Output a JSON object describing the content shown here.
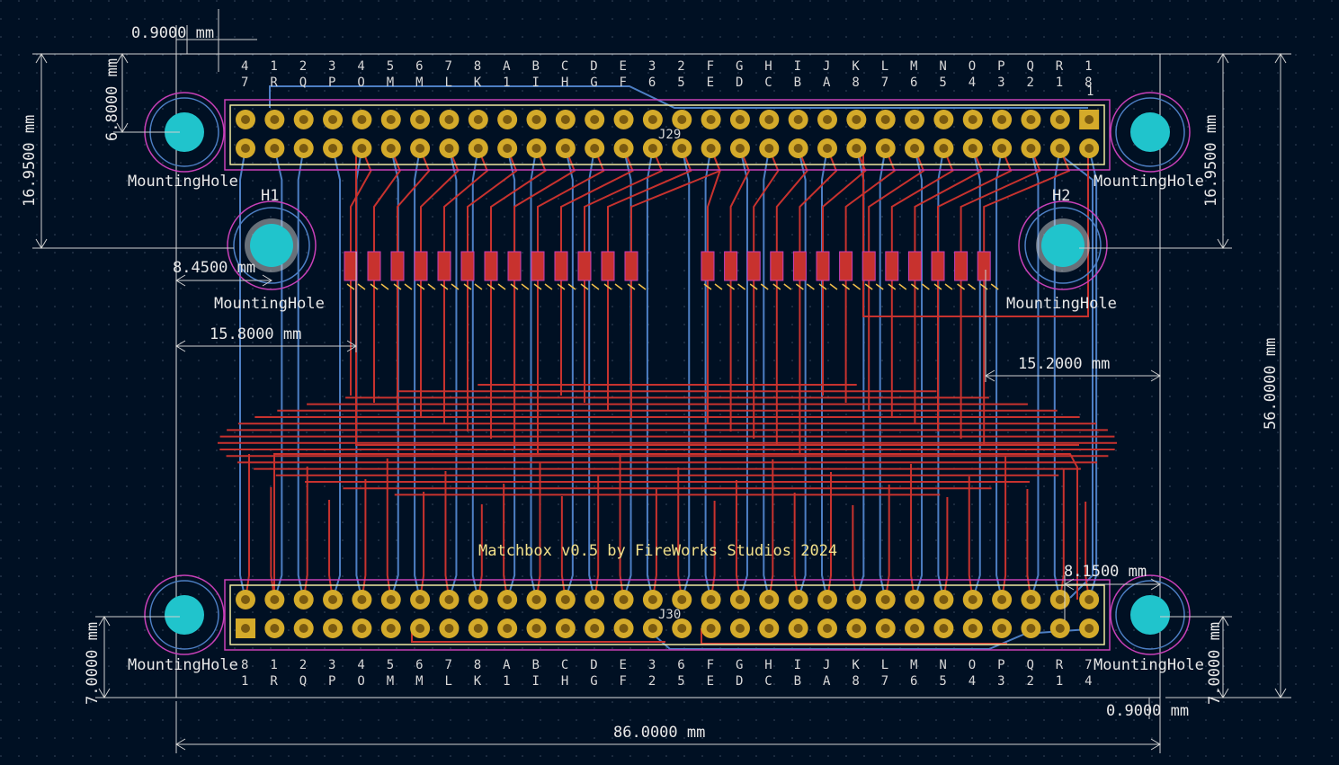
{
  "board_title": "Matchbox v0.5 by FireWorks Studios 2024",
  "connectors": {
    "top_ref": "J29",
    "bottom_ref": "J30",
    "pin1_top": "1",
    "pin1_bottom": "1"
  },
  "mounting_holes": {
    "label": "MountingHole",
    "h1_ref": "H1",
    "h2_ref": "H2"
  },
  "dimensions": {
    "top_pitch": "0.9000 mm",
    "top_height_left": "16.9500 mm",
    "top_height_right": "16.9500 mm",
    "top_hole_offset": "6.8000 mm",
    "h1_offset": "8.4500 mm",
    "left_margin": "15.8000 mm",
    "right_margin": "15.2000 mm",
    "board_height": "56.0000 mm",
    "right_offset": "8.1500 mm",
    "bottom_left_height": "7.0000 mm",
    "bottom_right_height": "7.0000 mm",
    "bottom_pitch": "0.9000 mm",
    "board_width": "86.0000 mm"
  },
  "silkscreen": {
    "top_row_a": [
      "4",
      "1",
      "2",
      "3",
      "4",
      "5",
      "6",
      "7",
      "8",
      "A",
      "B",
      "C",
      "D",
      "E",
      "3",
      "2",
      "F",
      "G",
      "H",
      "I",
      "J",
      "K",
      "L",
      "M",
      "N",
      "O",
      "P",
      "Q",
      "R",
      "1"
    ],
    "top_row_b": [
      "7",
      "R",
      "Q",
      "P",
      "O",
      "M",
      "M",
      "L",
      "K",
      "1",
      "I",
      "H",
      "G",
      "F",
      "6",
      "5",
      "E",
      "D",
      "C",
      "B",
      "A",
      "8",
      "7",
      "6",
      "5",
      "4",
      "3",
      "2",
      "1",
      "8"
    ],
    "bottom_row_a": [
      "8",
      "1",
      "2",
      "3",
      "4",
      "5",
      "6",
      "7",
      "8",
      "A",
      "B",
      "C",
      "D",
      "E",
      "3",
      "6",
      "F",
      "G",
      "H",
      "I",
      "J",
      "K",
      "L",
      "M",
      "N",
      "O",
      "P",
      "Q",
      "R",
      "7"
    ],
    "bottom_row_b": [
      "1",
      "R",
      "Q",
      "P",
      "O",
      "M",
      "M",
      "L",
      "K",
      "1",
      "I",
      "H",
      "G",
      "F",
      "2",
      "5",
      "E",
      "D",
      "C",
      "B",
      "A",
      "8",
      "7",
      "6",
      "5",
      "4",
      "3",
      "2",
      "1",
      "4"
    ]
  },
  "colors": {
    "background": "#001023",
    "front_copper": "#c8322e",
    "back_copper": "#4d7fc4",
    "pad": "#d4aa2a",
    "hole": "#20c4cc",
    "courtyard": "#c840b8",
    "silk": "#e8e8e8",
    "dimension": "#d0d0d0"
  }
}
